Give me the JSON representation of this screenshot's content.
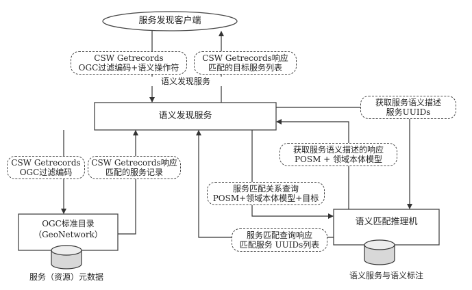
{
  "client": {
    "label": "服务发现客户端"
  },
  "request_top": {
    "line1": "CSW Getrecords",
    "line2": "OGC过滤编码+语义操作符"
  },
  "response_top": {
    "line1": "CSW Getrecords响应",
    "line2": "匹配的目标服务列表"
  },
  "service_label_small": "语义发现服务",
  "main_service": {
    "label": "语义发现服务"
  },
  "get_desc_request": {
    "line1": "获取服务语义描述",
    "line2": "服务UUIDs"
  },
  "get_desc_response": {
    "line1": "获取服务语义描述的响应",
    "line2": "POSM + 领域本体模型"
  },
  "csw_left": {
    "line1": "CSW Getrecords",
    "line2": "OGC过滤编码"
  },
  "csw_resp_left": {
    "line1": "CSW Getrecords响应",
    "line2": "匹配的服务记录"
  },
  "match_query": {
    "line1": "服务匹配关系查询",
    "line2": "POSM+领域本体模型+目标"
  },
  "catalog": {
    "line1": "OGC标准目录",
    "line2": "（GeoNetwork）"
  },
  "catalog_db_caption": "服务（资源）元数据",
  "reasoner": {
    "label": "语义匹配推理机"
  },
  "match_response": {
    "line1": "服务匹配查询响应",
    "line2": "匹配服务 UUIDs列表"
  },
  "reasoner_db_caption": "语义服务与语义标注"
}
